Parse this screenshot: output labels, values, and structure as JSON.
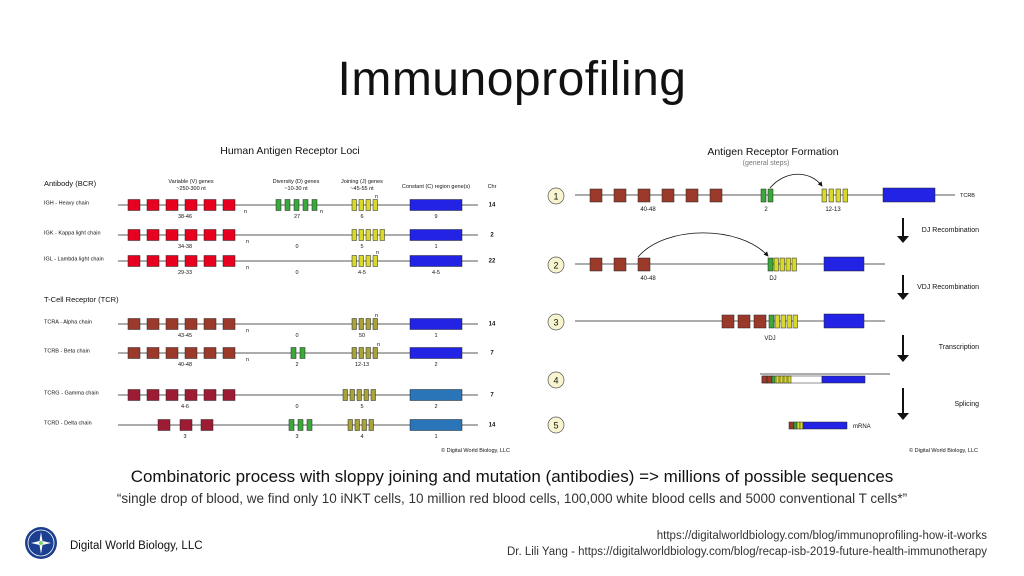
{
  "slide": {
    "title": "Immunoprofiling",
    "subtitle": "Combinatoric process with sloppy joining and mutation (antibodies) => millions of possible sequences",
    "quote": "“single drop of blood, we find only 10 iNKT cells, 10 million red blood cells, 100,000 white blood cells and 5000 conventional T cells*”",
    "org": "Digital World Biology, LLC",
    "ref1": "https://digitalworldbiology.com/blog/immunoprofiling-how-it-works",
    "ref2": "Dr. Lili Yang - https://digitalworldbiology.com/blog/recap-isb-2019-future-health-immunotherapy"
  },
  "left_panel": {
    "title": "Human Antigen Receptor Loci",
    "antibody_heading": "Antibody (BCR)",
    "col_v": [
      "Variable (V) genes",
      "~250-300 nt"
    ],
    "col_d": [
      "Diversity (D) genes",
      "~10-30 nt"
    ],
    "col_j": [
      "Joining (J) genes",
      "~45-55 nt"
    ],
    "col_c": "Constant (C) region gene(s)",
    "col_chr": "Chr",
    "tcr_heading": "T-Cell Receptor (TCR)",
    "n_label": "n",
    "copyright": "© Digital World Biology, LLC",
    "rows": [
      {
        "name": "IGH - Heavy chain",
        "v": "38-46",
        "d": "27",
        "j": "6",
        "c": "9",
        "chr": "14"
      },
      {
        "name": "IGK - Kappa light chain",
        "v": "34-38",
        "d": "0",
        "j": "5",
        "c": "1",
        "chr": "2"
      },
      {
        "name": "IGL - Lambda light chain",
        "v": "29-33",
        "d": "0",
        "j": "4-5",
        "c": "4-5",
        "chr": "22"
      },
      {
        "name": "TCRA - Alpha chain",
        "v": "43-45",
        "d": "0",
        "j": "50",
        "c": "1",
        "chr": "14"
      },
      {
        "name": "TCRB - Beta chain",
        "v": "40-48",
        "d": "2",
        "j": "12-13",
        "c": "2",
        "chr": "7"
      },
      {
        "name": "TCRG - Gamma chain",
        "v": "4-6",
        "d": "0",
        "j": "5",
        "c": "2",
        "chr": "7"
      },
      {
        "name": "TCRD - Delta chain",
        "v": "3",
        "d": "3",
        "j": "4",
        "c": "1",
        "chr": "14"
      }
    ]
  },
  "right_panel": {
    "title": "Antigen Receptor Formation",
    "subtitle": "(general steps)",
    "copyright": "© Digital World Biology, LLC",
    "steps": [
      "1",
      "2",
      "3",
      "4",
      "5"
    ],
    "tcrb": "TCRB",
    "step1_v": "40-48",
    "step1_d": "2",
    "step1_j": "12-13",
    "step2_v": "40-48",
    "step2_dj": "DJ",
    "step3_vdj": "VDJ",
    "mrna": "mRNA",
    "arrows": [
      "DJ Recombination",
      "VDJ Recombination",
      "Transcription",
      "Splicing"
    ]
  },
  "colors": {
    "v_red": "#e8001f",
    "v_brown": "#9b3a2a",
    "v_maroon": "#9e1b34",
    "d_green": "#3aa93a",
    "j_yellow": "#d9d92c",
    "j_olive": "#a8a43a",
    "c_blue": "#2323e6",
    "c_steel": "#2a74b8"
  }
}
